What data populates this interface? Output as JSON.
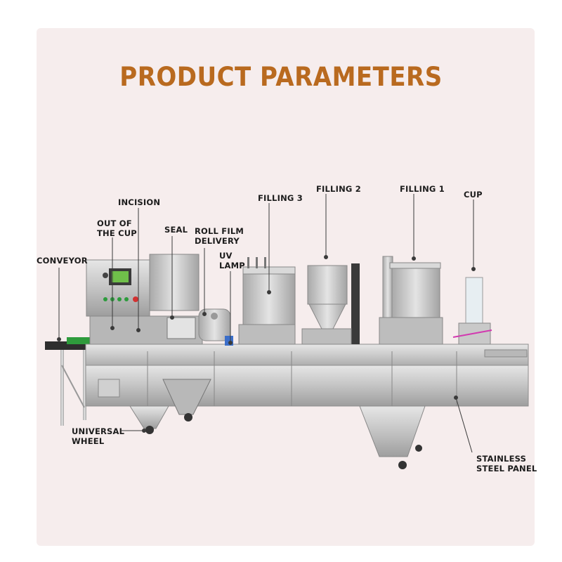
{
  "title": "PRODUCT PARAMETERS",
  "labels": {
    "conveyor": "CONVEYOR",
    "out_of_cup": "OUT OF\nTHE CUP",
    "incision": "INCISION",
    "seal": "SEAL",
    "roll_film": "ROLL FILM\nDELIVERY",
    "uv_lamp": "UV\nLAMP",
    "filling3": "FILLING 3",
    "filling2": "FILLING 2",
    "filling1": "FILLING 1",
    "cup": "CUP",
    "universal_wheel": "UNIVERSAL\nWHEEL",
    "stainless_panel": "STAINLESS\nSTEEL PANEL"
  },
  "colors": {
    "background": "#f6eded",
    "title": "#b96a1f",
    "steel": "#c9c9c9",
    "label": "#1c1c1c"
  }
}
